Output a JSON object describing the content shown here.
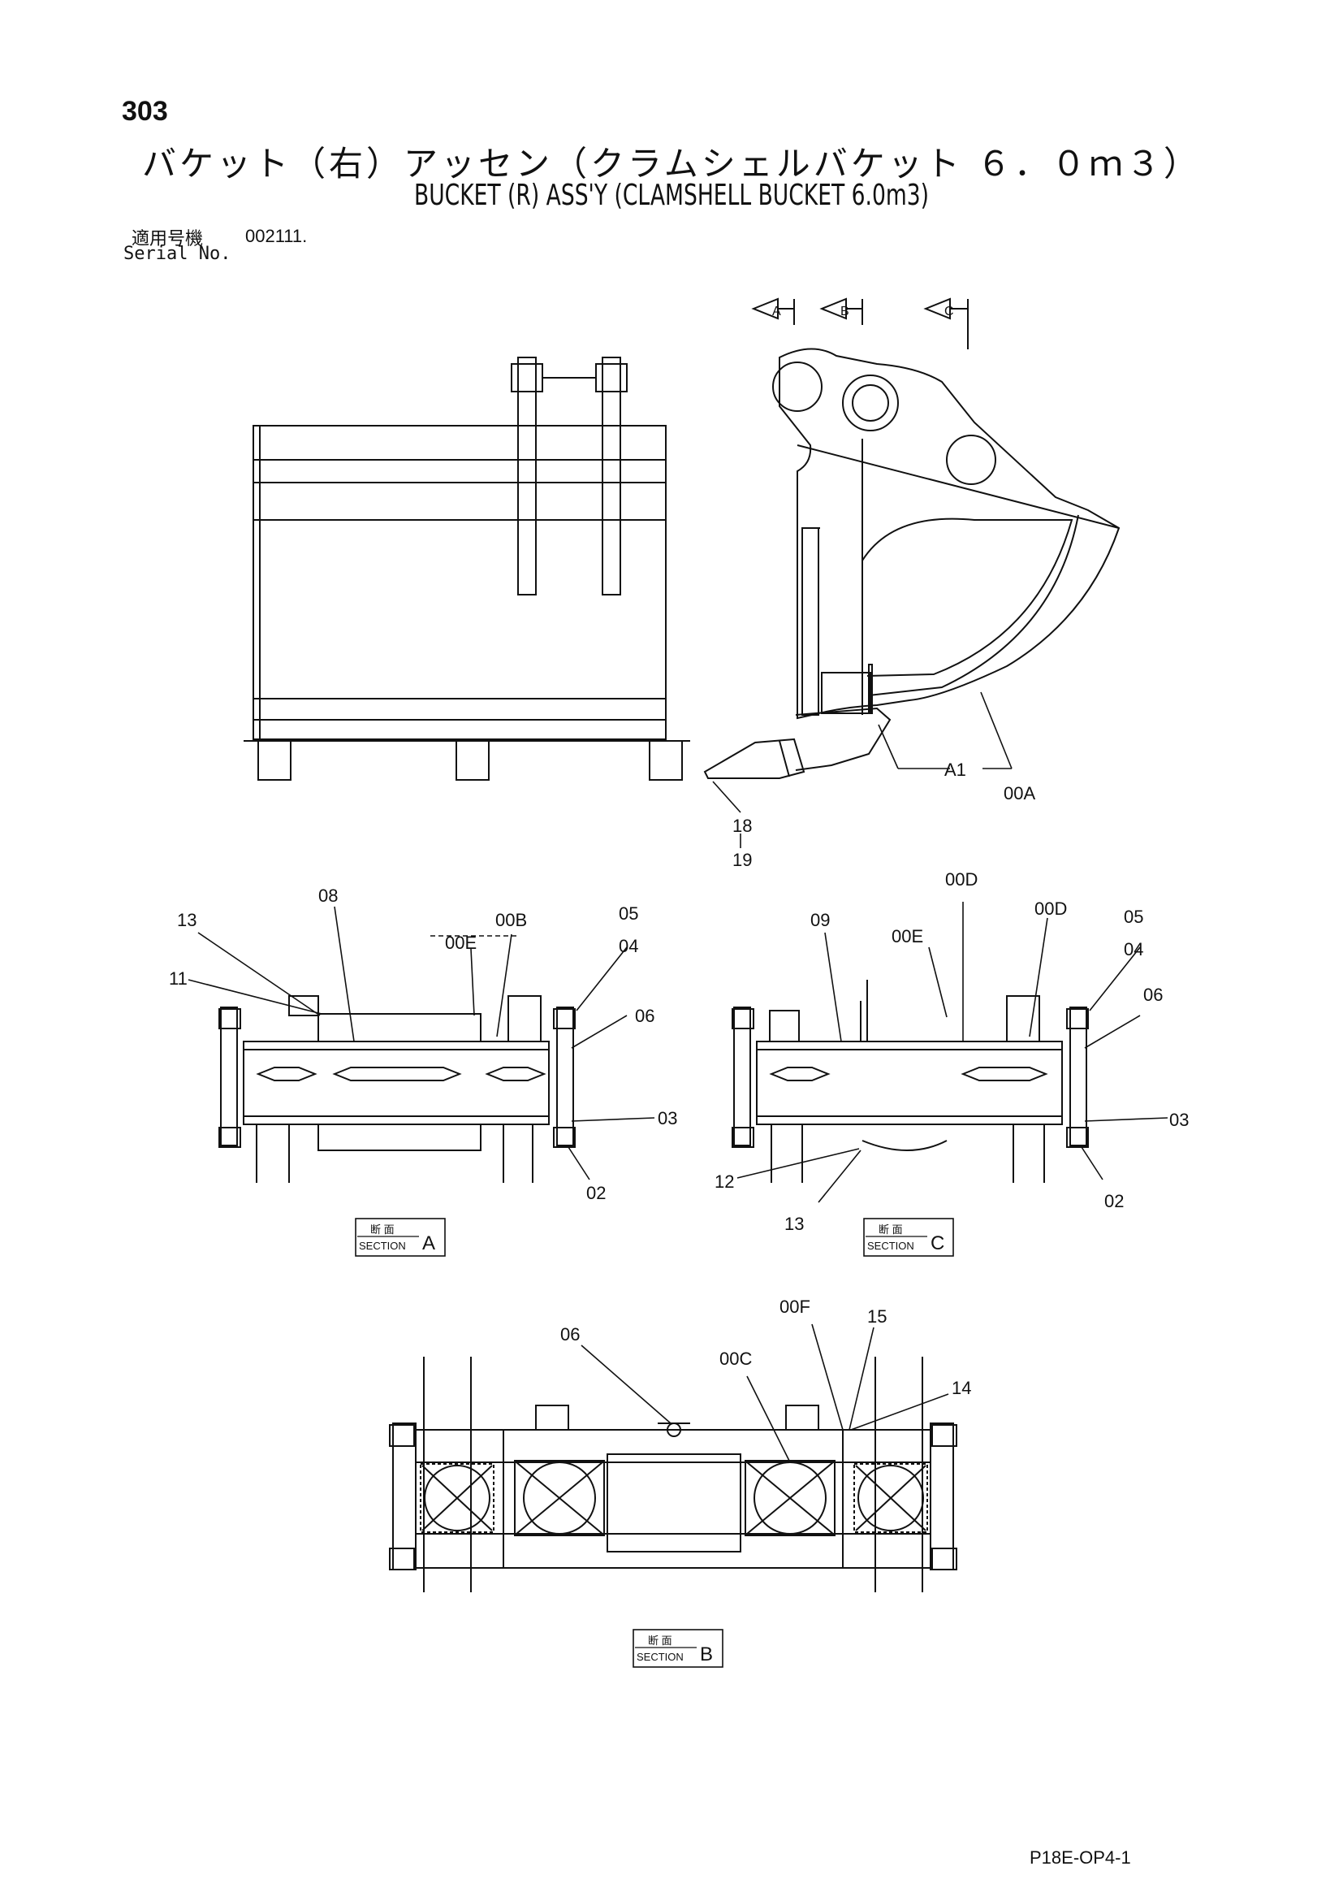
{
  "header": {
    "page_number": "303",
    "title_jp": "バケット（右）アッセン（クラムシェルバケット ６．０ｍ３）",
    "title_en": "BUCKET (R) ASS'Y (CLAMSHELL BUCKET 6.0m3)",
    "serial_label_jp": "適用号機",
    "serial_value": "002111.",
    "serial_label_en": "Serial No."
  },
  "view_markers": {
    "a": "A",
    "b": "B",
    "c": "C"
  },
  "callouts": {
    "side_teeth_a": "18",
    "side_teeth_b": "19",
    "side_a1": "A1",
    "side_00a": "00A",
    "sa_13": "13",
    "sa_08": "08",
    "sa_00e": "00E",
    "sa_00b": "00B",
    "sa_05": "05",
    "sa_04": "04",
    "sa_11": "11",
    "sa_06": "06",
    "sa_03": "03",
    "sa_02": "02",
    "sc_09": "09",
    "sc_00e": "00E",
    "sc_00d_top": "00D",
    "sc_00d": "00D",
    "sc_05": "05",
    "sc_04": "04",
    "sc_06": "06",
    "sc_03": "03",
    "sc_02": "02",
    "sc_12": "12",
    "sc_13": "13",
    "sb_06": "06",
    "sb_00c": "00C",
    "sb_00f": "00F",
    "sb_15": "15",
    "sb_14": "14"
  },
  "sections": {
    "label_jp": "断 面",
    "label_en": "SECTION",
    "a": "A",
    "c": "C",
    "b": "B"
  },
  "footer": {
    "doc_code": "P18E-OP4-1"
  }
}
